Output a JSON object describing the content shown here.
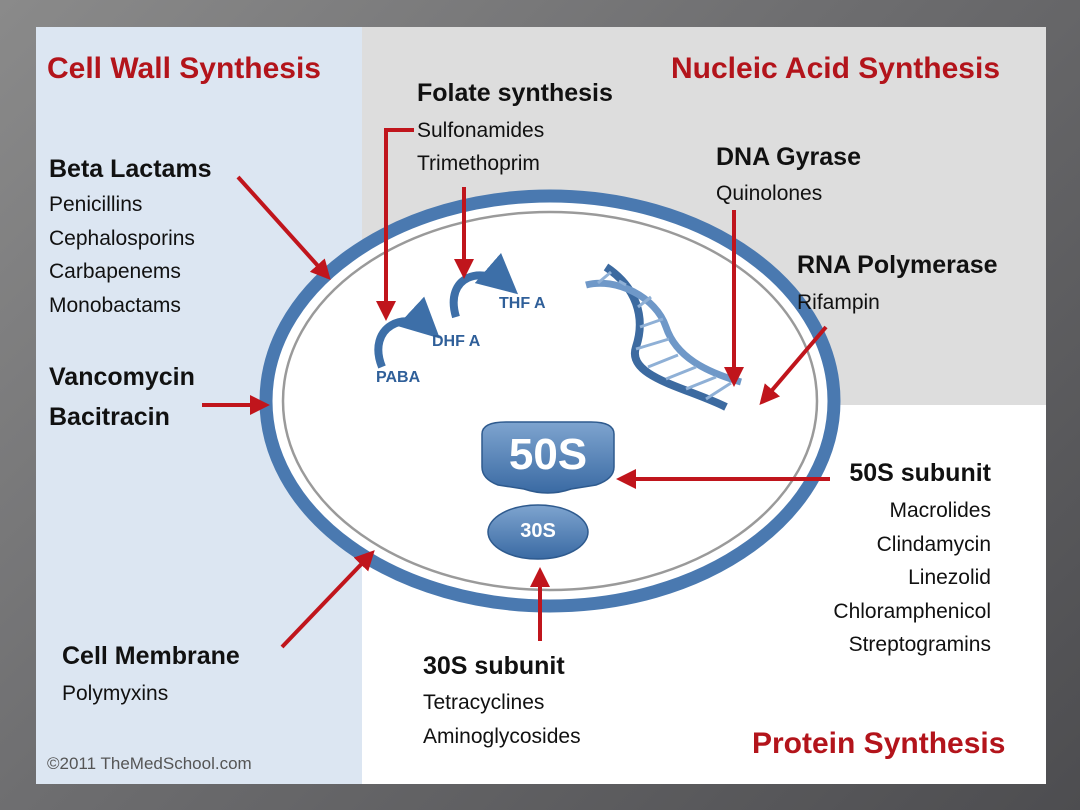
{
  "section_titles": {
    "cell_wall": "Cell Wall Synthesis",
    "nucleic_acid": "Nucleic Acid Synthesis",
    "protein": "Protein Synthesis"
  },
  "groups": {
    "beta_lactams": {
      "title": "Beta Lactams",
      "items": [
        "Penicillins",
        "Cephalosporins",
        "Carbapenems",
        "Monobactams"
      ]
    },
    "vanco_bacitracin": {
      "title_lines": [
        "Vancomycin",
        "Bacitracin"
      ]
    },
    "cell_membrane": {
      "title": "Cell Membrane",
      "items": [
        "Polymyxins"
      ]
    },
    "folate": {
      "title": "Folate synthesis",
      "items": [
        "Sulfonamides",
        "Trimethoprim"
      ]
    },
    "dna_gyrase": {
      "title": "DNA Gyrase",
      "items": [
        "Quinolones"
      ]
    },
    "rna_polymerase": {
      "title": "RNA Polymerase",
      "items": [
        "Rifampin"
      ]
    },
    "subunit_50s": {
      "title": "50S subunit",
      "items": [
        "Macrolides",
        "Clindamycin",
        "Linezolid",
        "Chloramphenicol",
        "Streptogramins"
      ]
    },
    "subunit_30s": {
      "title": "30S subunit",
      "items": [
        "Tetracyclines",
        "Aminoglycosides"
      ]
    }
  },
  "cell_labels": {
    "paba": "PABA",
    "dhf": "DHF A",
    "thf": "THF A",
    "ribo_50s": "50S",
    "ribo_30s": "30S"
  },
  "footer": {
    "copyright": "©2011 TheMedSchool.com"
  },
  "colors": {
    "arrow_red": "#c0151c",
    "title_red": "#b3141b",
    "cell_blue": "#4a79b0",
    "left_panel": "#dce6f2",
    "right_panel": "#dddddd"
  }
}
